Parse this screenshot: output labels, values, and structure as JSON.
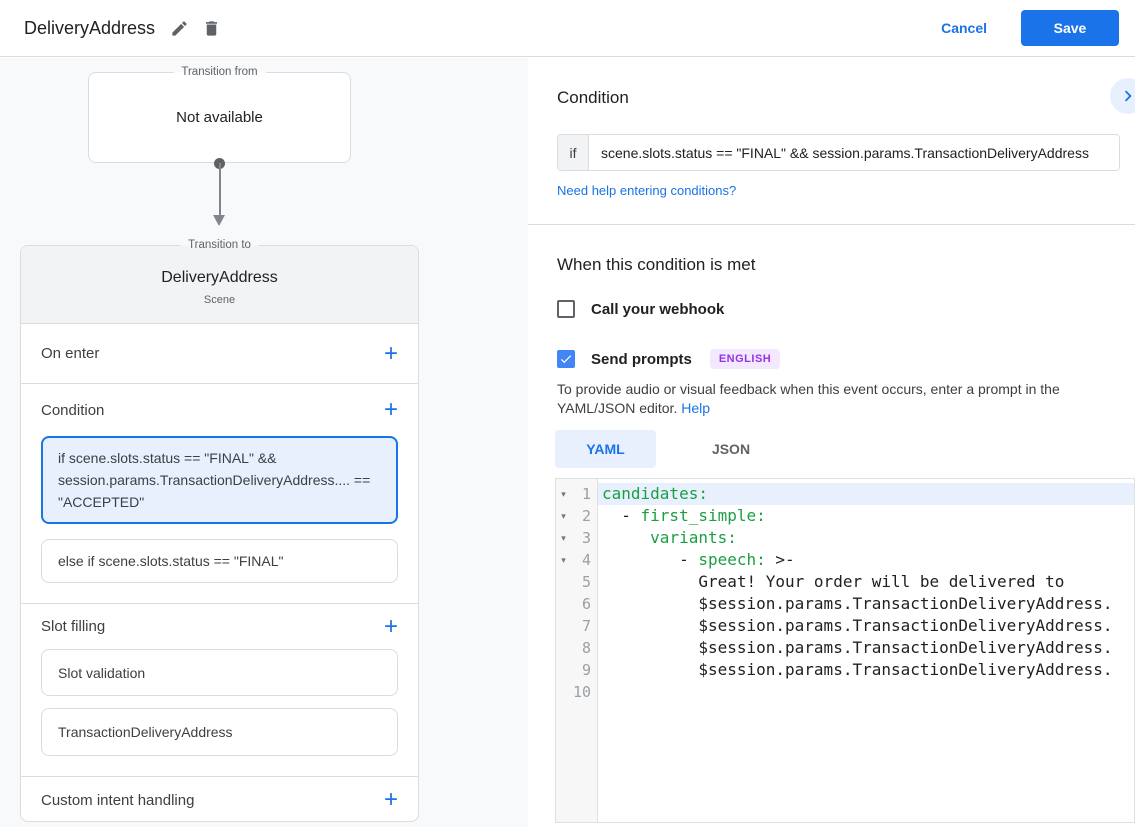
{
  "header": {
    "title": "DeliveryAddress",
    "cancel": "Cancel",
    "save": "Save"
  },
  "icons": {
    "plus": "+",
    "fold_arrow": "▾"
  },
  "colors": {
    "accent": "#1a73e8",
    "accent_light_bg": "#e8f0fe",
    "checkbox_checked": "#4285f4",
    "code_key_green": "#1b9e44",
    "badge_bg": "#f3e8fd",
    "badge_text": "#9334e6"
  },
  "flow": {
    "from": {
      "legend": "Transition from",
      "value": "Not available"
    },
    "to": {
      "legend": "Transition to",
      "title": "DeliveryAddress",
      "subtitle": "Scene"
    }
  },
  "scene_sections": {
    "on_enter": {
      "label": "On enter"
    },
    "condition": {
      "label": "Condition",
      "cards": [
        {
          "text": "if scene.slots.status == \"FINAL\" && session.params.TransactionDeliveryAddress.... == \"ACCEPTED\"",
          "selected": true
        },
        {
          "text": "else if scene.slots.status == \"FINAL\"",
          "selected": false
        }
      ]
    },
    "slot_filling": {
      "label": "Slot filling",
      "cards": [
        {
          "text": "Slot validation"
        },
        {
          "text": "TransactionDeliveryAddress"
        }
      ]
    },
    "custom_intent": {
      "label": "Custom intent handling"
    }
  },
  "condition_panel": {
    "heading": "Condition",
    "if_label": "if",
    "if_value": "scene.slots.status == \"FINAL\" && session.params.TransactionDeliveryAddress",
    "help_link": "Need help entering conditions?"
  },
  "when_met": {
    "heading": "When this condition is met",
    "webhook_label": "Call your webhook",
    "webhook_checked": false,
    "prompts_label": "Send prompts",
    "prompts_checked": true,
    "language_badge": "ENGLISH",
    "description": "To provide audio or visual feedback when this event occurs, enter a prompt in the YAML/JSON editor.",
    "help_label": "Help"
  },
  "editor": {
    "tabs": [
      {
        "label": "YAML",
        "active": true
      },
      {
        "label": "JSON",
        "active": false
      }
    ],
    "lines": [
      {
        "n": 1,
        "fold": true,
        "hl": true,
        "seg": [
          [
            "k",
            "candidates:"
          ]
        ]
      },
      {
        "n": 2,
        "fold": true,
        "seg": [
          [
            "p",
            "  - "
          ],
          [
            "k",
            "first_simple:"
          ]
        ]
      },
      {
        "n": 3,
        "fold": true,
        "seg": [
          [
            "p",
            "     "
          ],
          [
            "k",
            "variants:"
          ]
        ]
      },
      {
        "n": 4,
        "fold": true,
        "seg": [
          [
            "p",
            "        - "
          ],
          [
            "k",
            "speech:"
          ],
          [
            "p",
            " >-"
          ]
        ]
      },
      {
        "n": 5,
        "seg": [
          [
            "p",
            "          Great! Your order will be delivered to"
          ]
        ]
      },
      {
        "n": 6,
        "seg": [
          [
            "p",
            "          $session.params.TransactionDeliveryAddress."
          ]
        ]
      },
      {
        "n": 7,
        "seg": [
          [
            "p",
            "          $session.params.TransactionDeliveryAddress."
          ]
        ]
      },
      {
        "n": 8,
        "seg": [
          [
            "p",
            "          $session.params.TransactionDeliveryAddress."
          ]
        ]
      },
      {
        "n": 9,
        "seg": [
          [
            "p",
            "          $session.params.TransactionDeliveryAddress."
          ]
        ]
      },
      {
        "n": 10,
        "seg": []
      }
    ]
  }
}
